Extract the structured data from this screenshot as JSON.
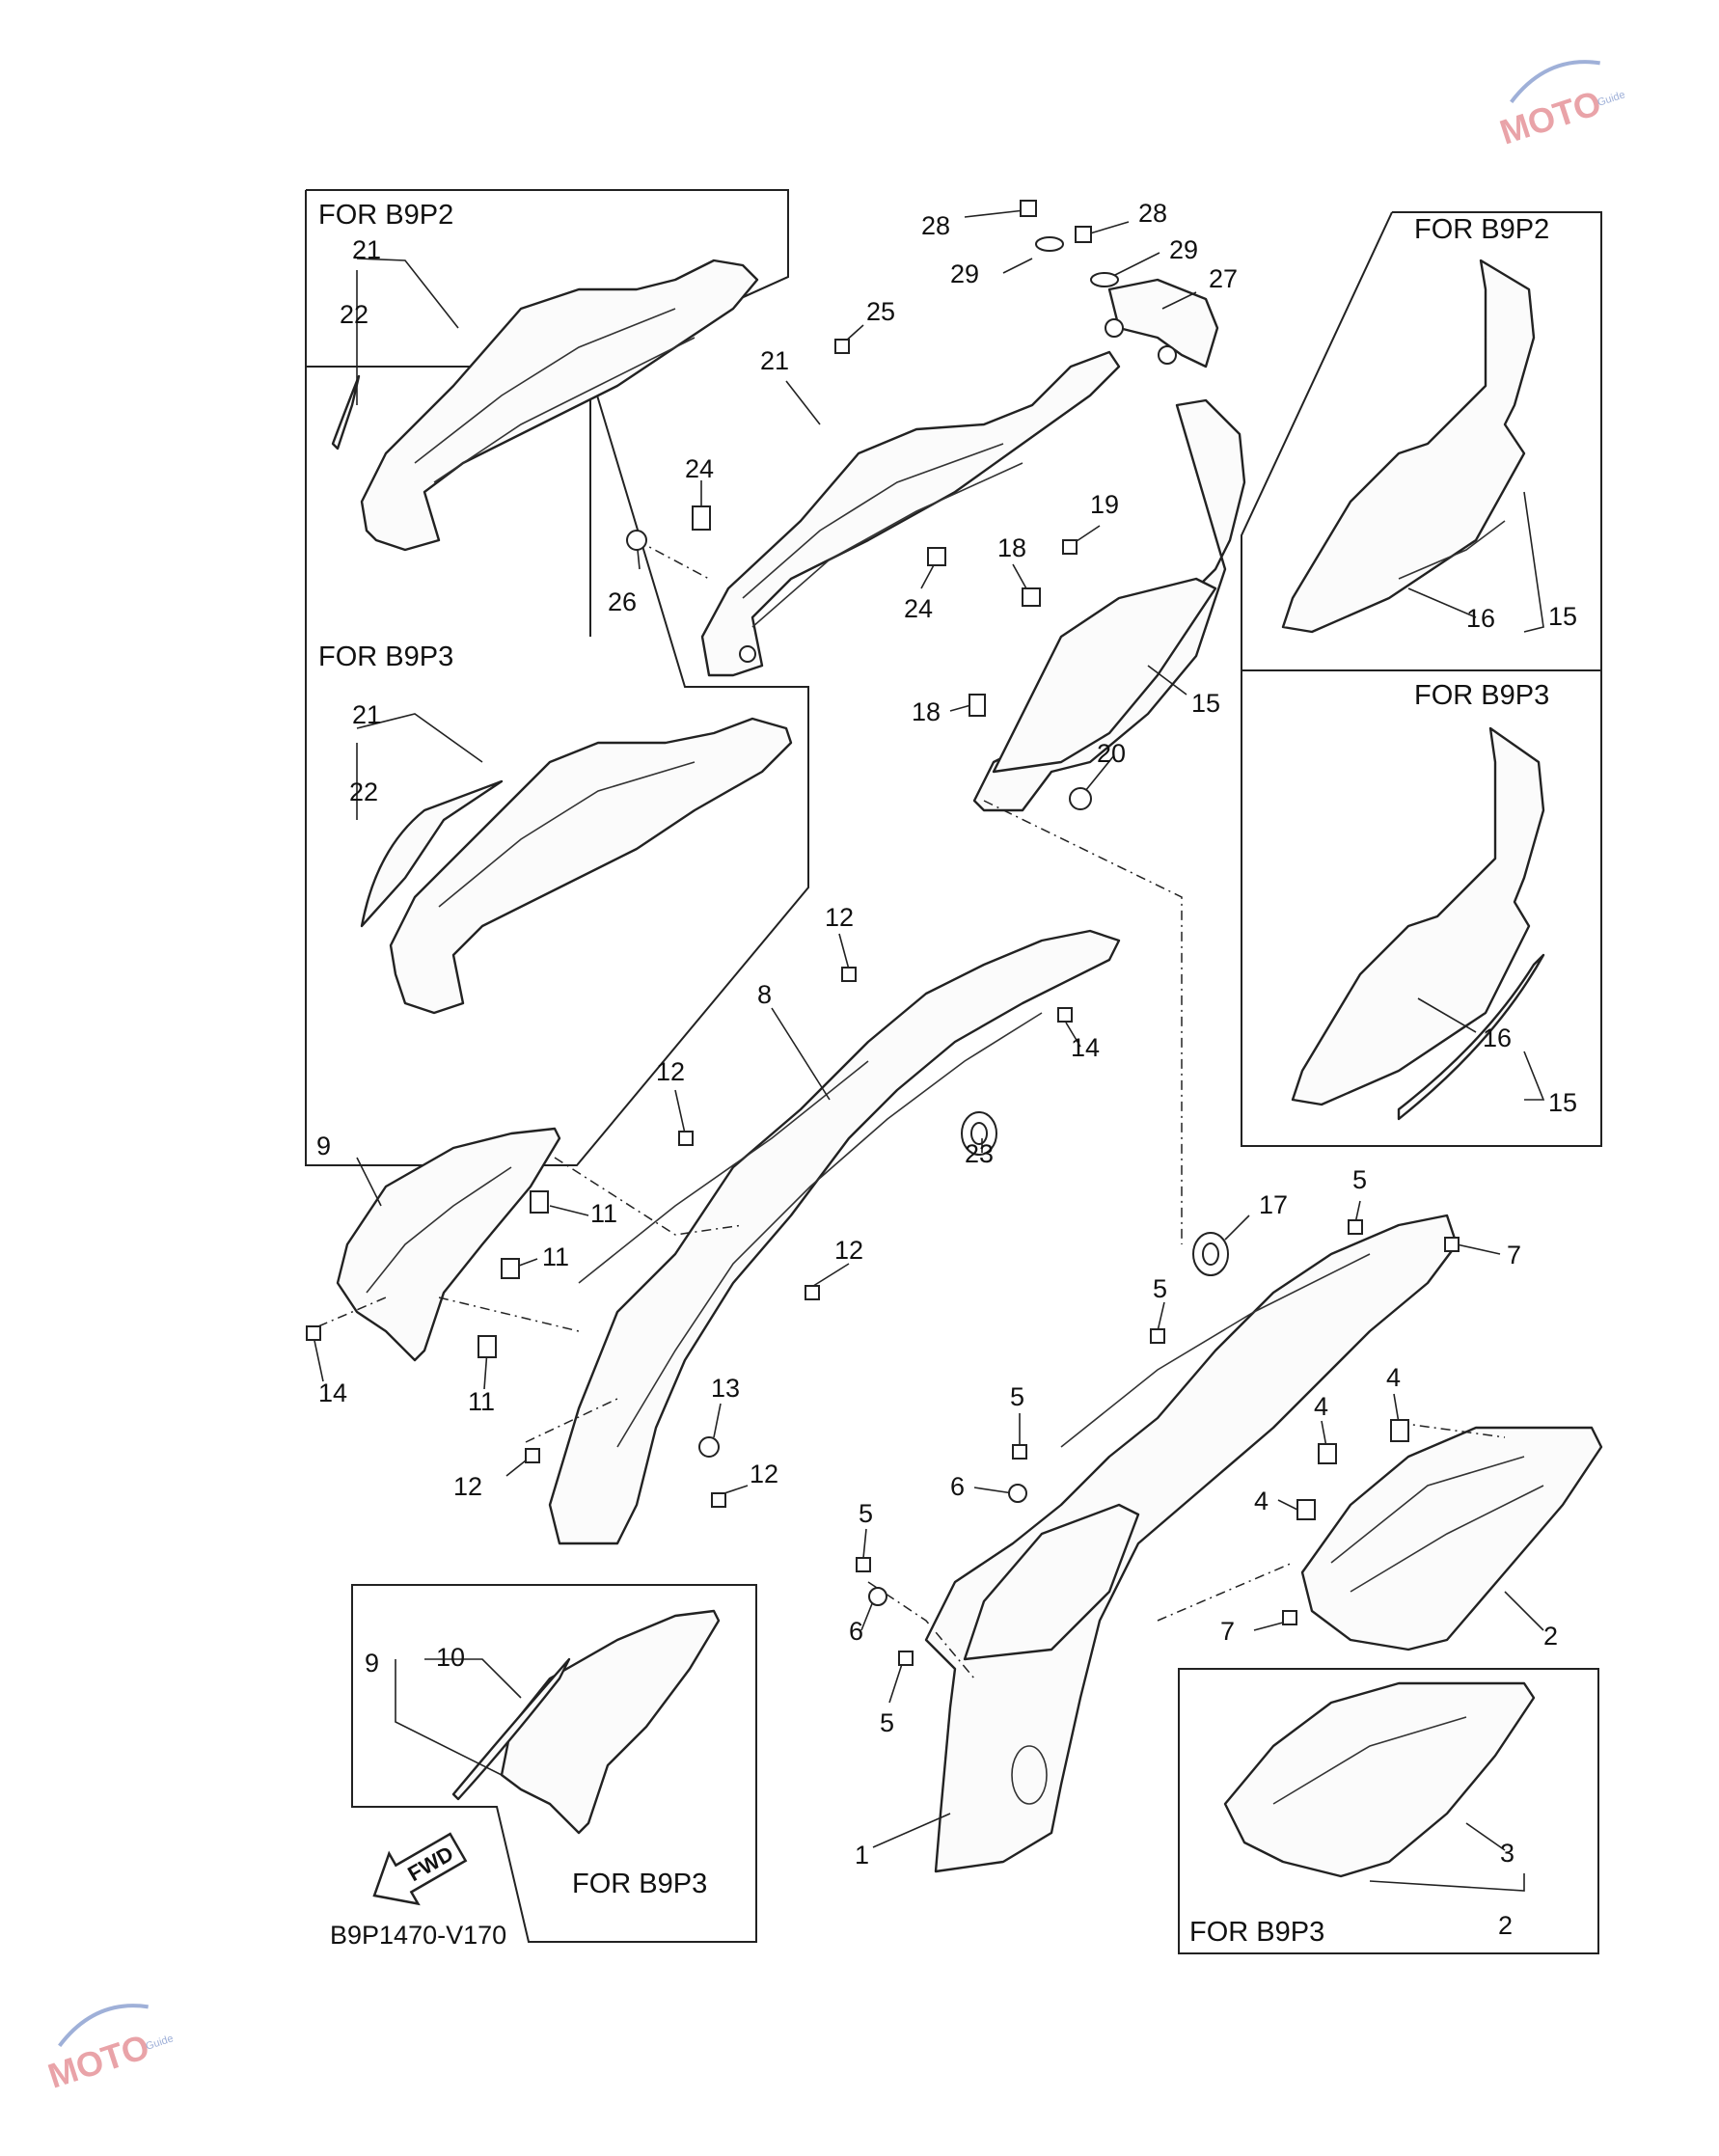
{
  "diagram": {
    "code": "B9P1470-V170",
    "fwd_label": "FWD",
    "boxes": {
      "top_left_b9p2": "FOR B9P2",
      "mid_left_b9p3": "FOR B9P3",
      "top_right_b9p2": "FOR B9P2",
      "mid_right_b9p3": "FOR B9P3",
      "bottom_left_b9p3": "FOR B9P3",
      "bottom_right_b9p3": "FOR B9P3"
    },
    "callouts": [
      "1",
      "2",
      "3",
      "4",
      "5",
      "6",
      "7",
      "8",
      "9",
      "10",
      "11",
      "12",
      "13",
      "14",
      "15",
      "16",
      "17",
      "18",
      "19",
      "20",
      "21",
      "22",
      "23",
      "24",
      "25",
      "26",
      "27",
      "28",
      "29"
    ]
  },
  "watermark": {
    "brand": "MOTO",
    "sub": "Guide"
  }
}
